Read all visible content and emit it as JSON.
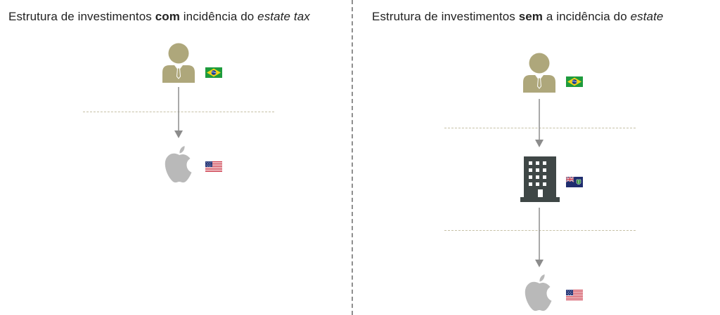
{
  "left": {
    "title_pre": "Estrutura de investimentos ",
    "title_bold": "com",
    "title_mid": " incidência do ",
    "title_italic": "estate tax"
  },
  "right": {
    "title_pre": "Estrutura de investimentos ",
    "title_bold": "sem",
    "title_mid": " a incidência do ",
    "title_italic": "estate"
  },
  "icons": {
    "investor": "person-icon",
    "company": "apple-logo-icon",
    "offshore": "office-building-icon",
    "flags": [
      "brazil-flag-icon",
      "usa-flag-icon",
      "british-virgin-islands-flag-icon"
    ]
  },
  "colors": {
    "person": "#aea77b",
    "apple": "#b9b9b9",
    "building": "#3f4746",
    "arrow": "#8c8c8c",
    "level_line": "#c5c0a5",
    "divider": "#8e8e8e"
  }
}
